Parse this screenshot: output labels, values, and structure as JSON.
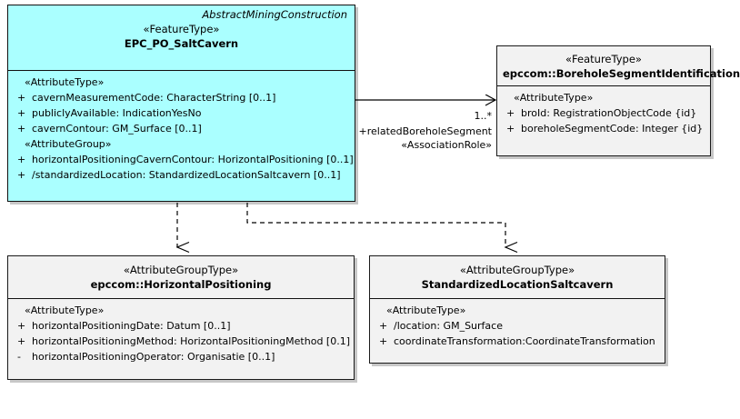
{
  "diagram": {
    "type": "uml-class-diagram",
    "title": "AbstractMiningConstruction",
    "background": "#ffffff",
    "colors": {
      "highlight_fill": "#aaffff",
      "plain_fill": "#f2f2f2",
      "border": "#111111",
      "text": "#000000"
    }
  },
  "classes": [
    {
      "id": "salt-cavern",
      "package_label": "AbstractMiningConstruction",
      "stereotype": "«FeatureType»",
      "name": "EPC_PO_SaltCavern",
      "fill": "#aaffff",
      "compartments": [
        {
          "group": "«AttributeType»",
          "attributes": [
            {
              "visibility": "+",
              "text": "cavernMeasurementCode: CharacterString [0..1]"
            },
            {
              "visibility": "+",
              "text": "publiclyAvailable: IndicationYesNo"
            },
            {
              "visibility": "+",
              "text": "cavernContour: GM_Surface [0..1]"
            }
          ]
        },
        {
          "group": "«AttributeGroup»",
          "attributes": [
            {
              "visibility": "+",
              "text": "horizontalPositioningCavernContour: HorizontalPositioning [0..1]"
            },
            {
              "visibility": "+",
              "text": "/standardizedLocation: StandardizedLocationSaltcavern [0..1]"
            }
          ]
        }
      ]
    },
    {
      "id": "borehole-segment-identification",
      "package_label": "",
      "stereotype": "«FeatureType»",
      "name": "epccom::BoreholeSegmentIdentification",
      "fill": "#f2f2f2",
      "compartments": [
        {
          "group": "«AttributeType»",
          "attributes": [
            {
              "visibility": "+",
              "text": "broId: RegistrationObjectCode {id}"
            },
            {
              "visibility": "+",
              "text": "boreholeSegmentCode: Integer {id}"
            }
          ]
        }
      ]
    },
    {
      "id": "horizontal-positioning",
      "package_label": "",
      "stereotype": "«AttributeGroupType»",
      "name": "epccom::HorizontalPositioning",
      "fill": "#f2f2f2",
      "compartments": [
        {
          "group": "«AttributeType»",
          "attributes": [
            {
              "visibility": "+",
              "text": "horizontalPositioningDate: Datum [0..1]"
            },
            {
              "visibility": "+",
              "text": "horizontalPositioningMethod: HorizontalPositioningMethod [0.1]"
            },
            {
              "visibility": "-",
              "text": "horizontalPositioningOperator: Organisatie [0..1]"
            }
          ]
        }
      ]
    },
    {
      "id": "standardized-location-saltcavern",
      "package_label": "",
      "stereotype": "«AttributeGroupType»",
      "name": "StandardizedLocationSaltcavern",
      "fill": "#f2f2f2",
      "compartments": [
        {
          "group": "«AttributeType»",
          "attributes": [
            {
              "visibility": "+",
              "text": "/location: GM_Surface"
            },
            {
              "visibility": "+",
              "text": "coordinateTransformation:CoordinateTransformation"
            }
          ]
        }
      ]
    }
  ],
  "connectors": [
    {
      "id": "association-borehole-segment",
      "kind": "association",
      "from": "salt-cavern",
      "to": "borehole-segment-identification",
      "multiplicity": "1..*",
      "role": "+relatedBoreholeSegment",
      "stereotype": "«AssociationRole»"
    },
    {
      "id": "dependency-horizontal-positioning",
      "kind": "dependency",
      "from": "salt-cavern",
      "to": "horizontal-positioning",
      "multiplicity": "",
      "role": "",
      "stereotype": ""
    },
    {
      "id": "dependency-standardized-location",
      "kind": "dependency",
      "from": "salt-cavern",
      "to": "standardized-location-saltcavern",
      "multiplicity": "",
      "role": "",
      "stereotype": ""
    }
  ]
}
